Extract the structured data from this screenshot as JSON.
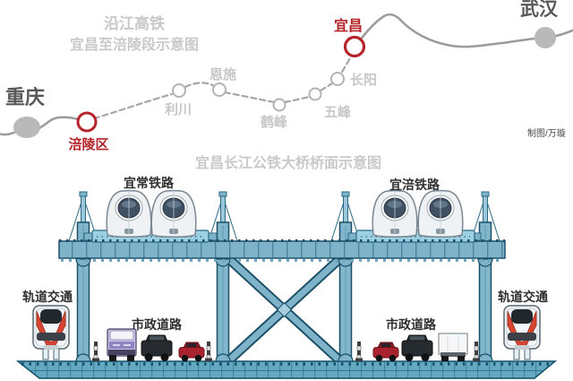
{
  "map": {
    "title_line1": "沿江高铁",
    "title_line2": "宜昌至涪陵段示意图",
    "credit": "制图/万璇",
    "stations": [
      {
        "name": "重庆",
        "type": "terminal"
      },
      {
        "name": "涪陵区",
        "type": "highlighted"
      },
      {
        "name": "利川",
        "type": "intermediate"
      },
      {
        "name": "恩施",
        "type": "intermediate"
      },
      {
        "name": "鹤峰",
        "type": "intermediate"
      },
      {
        "name": "五峰",
        "type": "intermediate"
      },
      {
        "name": "长阳",
        "type": "intermediate"
      },
      {
        "name": "宜昌",
        "type": "highlighted"
      },
      {
        "name": "武汉",
        "type": "terminal"
      }
    ],
    "segments": [
      {
        "from": "重庆",
        "to": "涪陵区",
        "style": "solid"
      },
      {
        "from": "涪陵区",
        "to": "宜昌",
        "style": "dashed"
      },
      {
        "from": "宜昌",
        "to": "武汉",
        "style": "solid"
      }
    ]
  },
  "bridge": {
    "title": "宜昌长江公铁大桥桥面示意图",
    "upper_deck": {
      "left_label": "宜常铁路",
      "right_label": "宜涪铁路",
      "left_train_count": "2",
      "right_train_count": "2"
    },
    "lower_deck": {
      "metro_label_left": "轨道交通",
      "metro_label_right": "轨道交通",
      "road_label_left": "市政道路",
      "road_label_right": "市政道路"
    }
  },
  "colors": {
    "highlight_red": "#b5242a",
    "route_line_gray": "#9b9b9b",
    "muted_label_gray": "#c9c9c9",
    "terminal_gray": "#585858",
    "steel_blue": "#7fb3c9",
    "steel_dark": "#1b5068",
    "deck_teal": "#65a9c0",
    "metro_red": "#d6452f"
  }
}
